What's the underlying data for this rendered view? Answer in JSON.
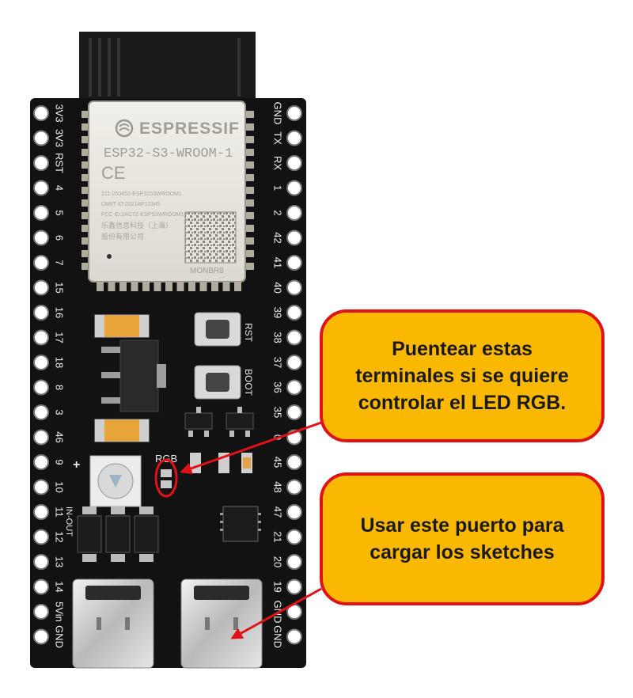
{
  "module": {
    "brand": "ESPRESSIF",
    "model": "ESP32-S3-WROOM-1",
    "ce_mark": "CE",
    "cert_lines": [
      "211-200452-ESP32S3WROOM1",
      "CMIIT ID:2021AP12345",
      "FCC ID:2AC7Z-ESPS3WROOM1"
    ],
    "maker_lines": [
      "乐鑫信息科技（上海）",
      "股份有限公司"
    ],
    "code": "MONBR8"
  },
  "pins_left": [
    "3V3",
    "3V3",
    "RST",
    "4",
    "5",
    "6",
    "7",
    "15",
    "16",
    "17",
    "18",
    "8",
    "3",
    "46",
    "9",
    "10",
    "11",
    "12",
    "13",
    "14",
    "5Vin",
    "GND"
  ],
  "pins_right": [
    "GND",
    "TX",
    "RX",
    "1",
    "2",
    "42",
    "41",
    "40",
    "39",
    "38",
    "37",
    "36",
    "35",
    "0",
    "45",
    "48",
    "47",
    "21",
    "20",
    "19",
    "GND",
    "GND"
  ],
  "board_labels": {
    "rst": "RST",
    "boot": "BOOT",
    "rgb": "RGB",
    "in_out": "IN-OUT",
    "plus": "+"
  },
  "callouts": {
    "rgb": {
      "lines": [
        "Puentear estas",
        "terminales si se quiere",
        "controlar el LED RGB."
      ]
    },
    "usb": {
      "lines": [
        "Usar este puerto para",
        "cargar los sketches"
      ]
    }
  },
  "colors": {
    "board": "#111111",
    "callout_fill": "#fbb800",
    "callout_border": "#e01218",
    "arrow": "#e01218"
  }
}
